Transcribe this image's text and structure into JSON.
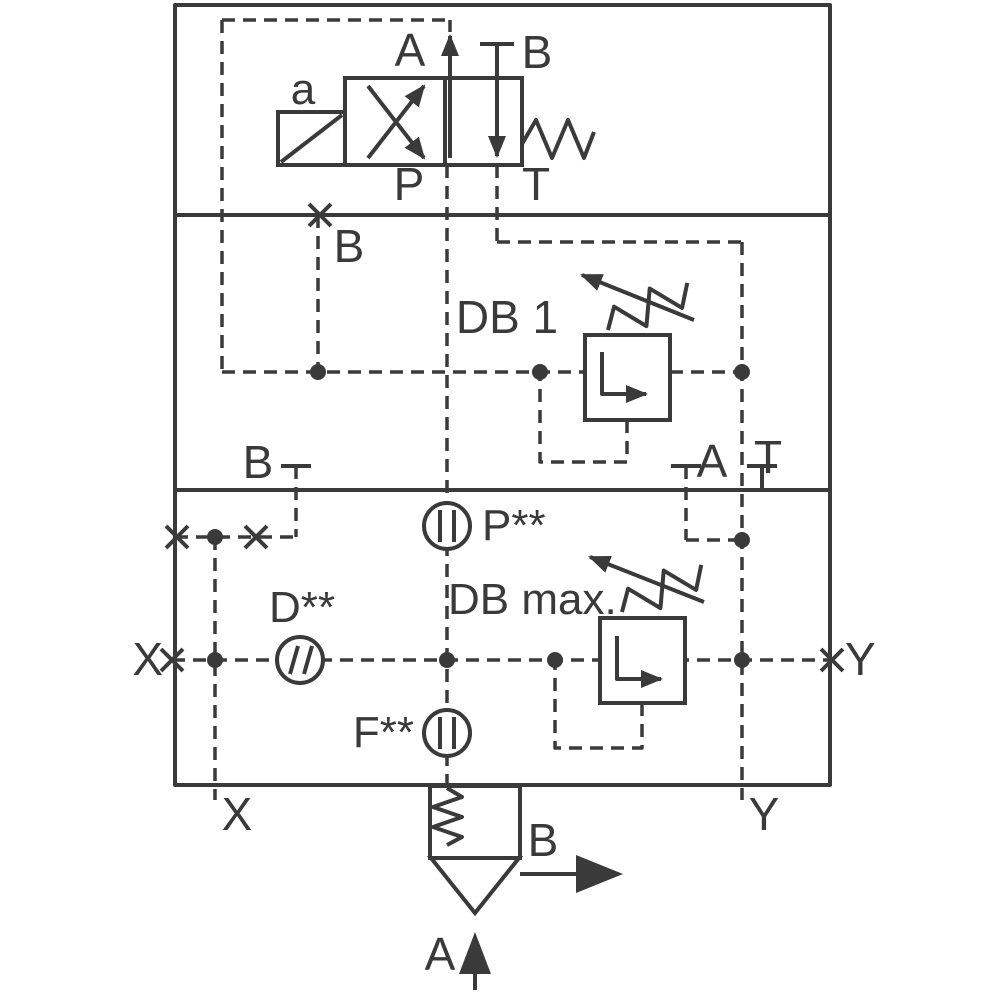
{
  "diagram": {
    "kind": "hydraulic-valve-manifold-schematic",
    "line_color": "#3a3a3a",
    "directional_valve": {
      "solenoid_label": "a",
      "port_a": "A",
      "port_b": "B",
      "port_p": "P",
      "port_t": "T"
    },
    "plugged_port_b_label": "B",
    "relief_valve_db1": {
      "label": "DB 1"
    },
    "relief_valve_dbmax": {
      "label": "DB max."
    },
    "mid_ports": {
      "b": "B",
      "a": "A",
      "t": "T"
    },
    "orifices": {
      "p": "P**",
      "d": "D**",
      "f": "F**"
    },
    "pilot_ports": {
      "x_line": "X",
      "y_line": "Y",
      "x_bottom": "X",
      "y_bottom": "Y"
    },
    "check_valve": {
      "port_b": "B",
      "port_a": "A"
    }
  }
}
